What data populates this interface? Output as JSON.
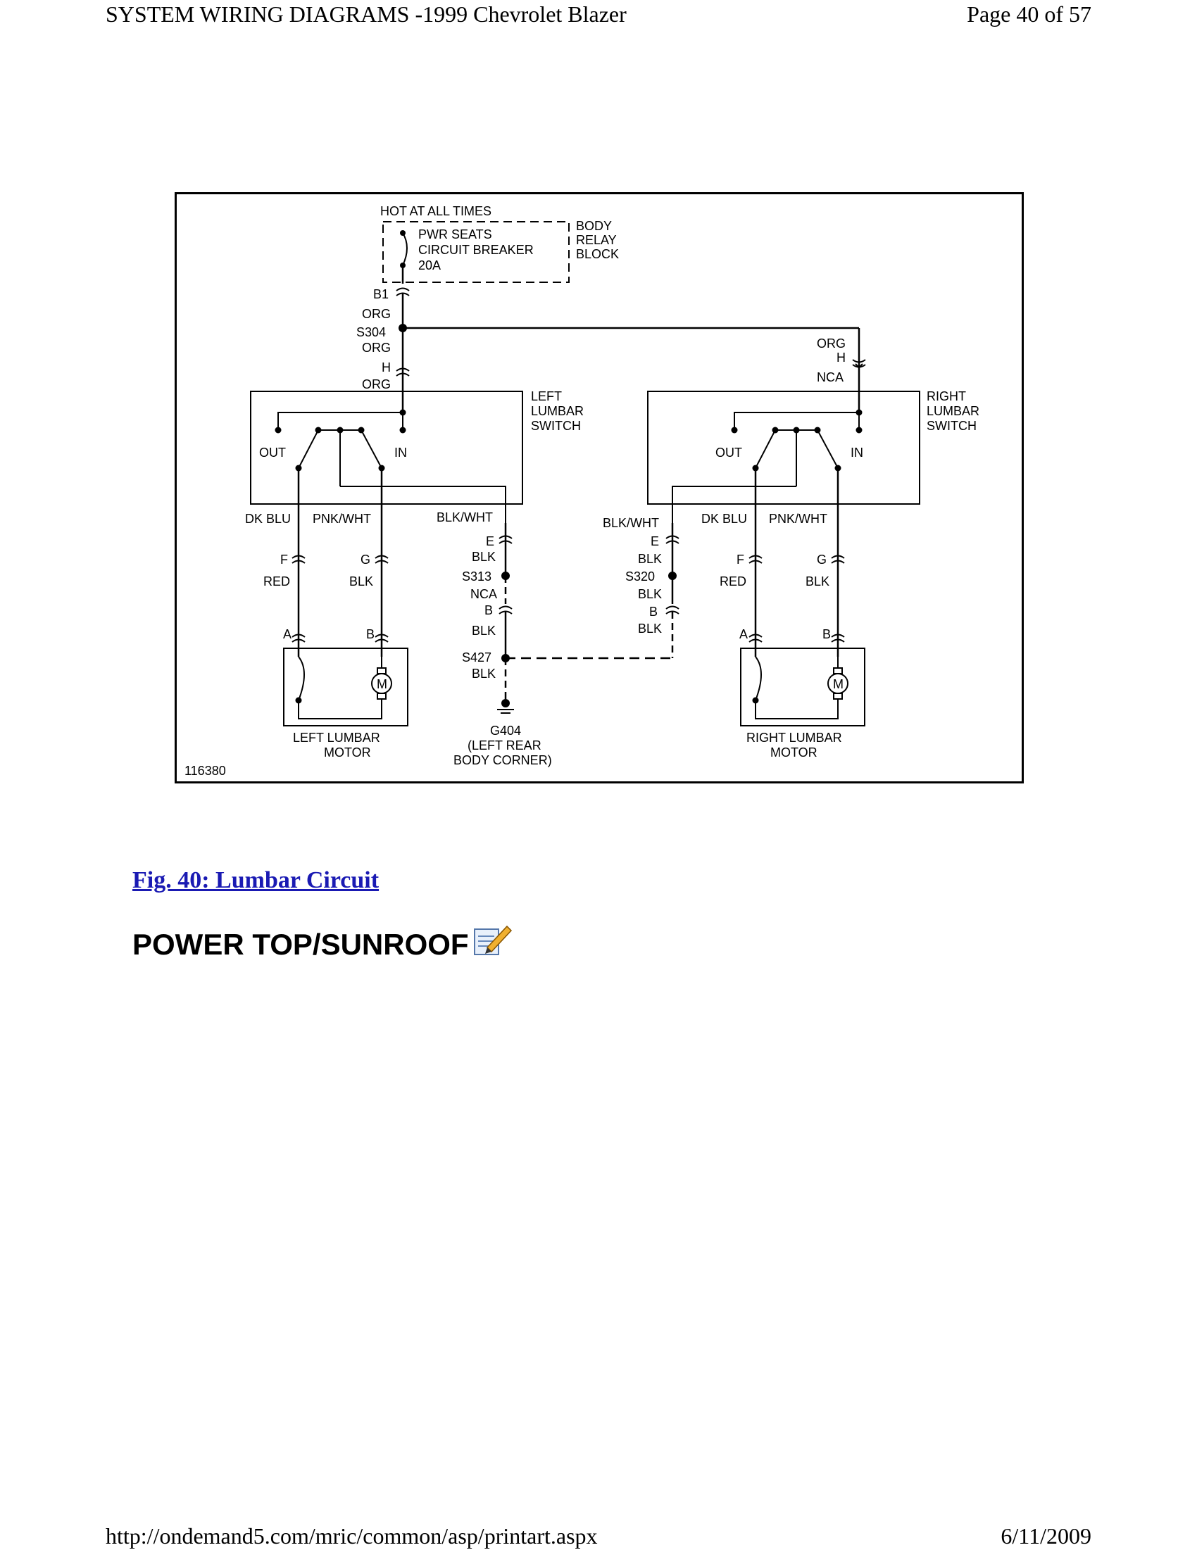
{
  "header": {
    "title": "SYSTEM WIRING DIAGRAMS -1999 Chevrolet Blazer",
    "page": "Page 40 of 57"
  },
  "footer": {
    "url": "http://ondemand5.com/mric/common/asp/printart.aspx",
    "date": "6/11/2009"
  },
  "diagram": {
    "figure_id": "116380",
    "power": {
      "hot": "HOT AT ALL TIMES",
      "breaker": [
        "PWR SEATS",
        "CIRCUIT BREAKER",
        "20A"
      ],
      "relay_block": [
        "BODY",
        "RELAY",
        "BLOCK"
      ]
    },
    "feed": {
      "b1": "B1",
      "org1": "ORG",
      "s304": "S304",
      "org2": "ORG",
      "h": "H",
      "org3": "ORG"
    },
    "right_feed": {
      "org": "ORG",
      "h": "H",
      "nca": "NCA"
    },
    "left_switch": {
      "name": [
        "LEFT",
        "LUMBAR",
        "SWITCH"
      ],
      "out": "OUT",
      "in": "IN"
    },
    "right_switch": {
      "name": [
        "RIGHT",
        "LUMBAR",
        "SWITCH"
      ],
      "out": "OUT",
      "in": "IN"
    },
    "left_wires": {
      "dkblu": "DK BLU",
      "pnkwht": "PNK/WHT",
      "blkwht": "BLK/WHT",
      "f": "F",
      "red": "RED",
      "g": "G",
      "blk": "BLK",
      "a": "A",
      "b": "B"
    },
    "right_wires": {
      "blkwht": "BLK/WHT",
      "dkblu": "DK BLU",
      "pnkwht": "PNK/WHT",
      "f": "F",
      "red": "RED",
      "g": "G",
      "blk": "BLK",
      "a": "A",
      "b": "B"
    },
    "ground_left": {
      "e": "E",
      "blk1": "BLK",
      "s313": "S313",
      "nca": "NCA",
      "b": "B",
      "blk2": "BLK",
      "s427": "S427",
      "blk3": "BLK"
    },
    "ground_right": {
      "e": "E",
      "blk1": "BLK",
      "s320": "S320",
      "blk2": "BLK",
      "b": "B",
      "blk3": "BLK"
    },
    "ground": [
      "G404",
      "(LEFT REAR",
      "BODY CORNER)"
    ],
    "left_motor": [
      "LEFT LUMBAR",
      "MOTOR"
    ],
    "right_motor": [
      "RIGHT LUMBAR",
      "MOTOR"
    ],
    "motor_symbol": "M"
  },
  "caption": "Fig. 40: Lumbar Circuit",
  "section_title": "POWER TOP/SUNROOF",
  "icons": {
    "note": "note-pencil-icon"
  }
}
